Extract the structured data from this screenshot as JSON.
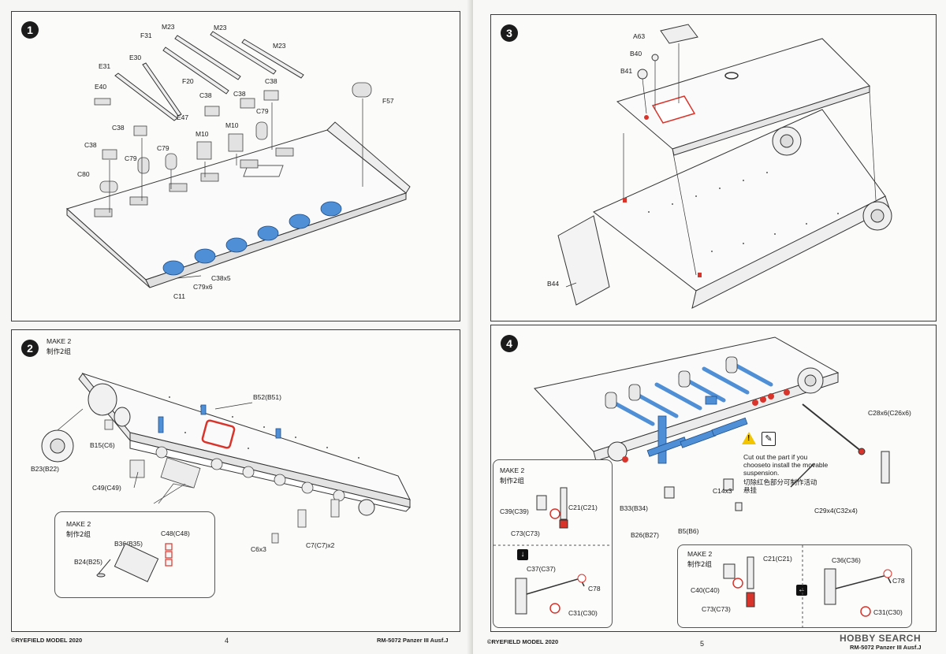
{
  "left_page": {
    "footer_brand": "©RYEFIELD MODEL 2020",
    "page_number": "4",
    "footer_product": "RM-5072 Panzer III Ausf.J"
  },
  "right_page": {
    "footer_brand": "©RYEFIELD MODEL 2020",
    "page_number": "5",
    "footer_product": "RM-5072 Panzer III Ausf.J"
  },
  "watermark": "HOBBY SEARCH",
  "steps": [
    {
      "number": "1",
      "labels": [
        "F31",
        "M23",
        "M23",
        "M23",
        "E30",
        "E31",
        "F20",
        "E40",
        "C38",
        "C38",
        "C38",
        "E47",
        "C38",
        "C38",
        "M10",
        "M10",
        "C79",
        "C79",
        "C79",
        "C80",
        "F57",
        "C38x5",
        "C79x6",
        "C11"
      ]
    },
    {
      "number": "2",
      "make_label": "MAKE 2",
      "make_label_cn": "制作2组",
      "labels": [
        "B52(B51)",
        "B15(C6)",
        "B23(B22)",
        "C49(C49)",
        "C6x3",
        "C7(C7)x2"
      ],
      "inset": {
        "make_label": "MAKE 2",
        "make_label_cn": "制作2组",
        "labels": [
          "B36(B35)",
          "C48(C48)",
          "B24(B25)"
        ]
      }
    },
    {
      "number": "3",
      "labels": [
        "A63",
        "B40",
        "B41",
        "B44"
      ]
    },
    {
      "number": "4",
      "labels": [
        "C28x6(C26x6)",
        "C14x3",
        "B33(B34)",
        "B26(B27)",
        "B5(B6)",
        "C29x4(C32x4)"
      ],
      "note": "Cut out the part if you chooseto install the movable suspension.",
      "note_cn": "切除红色部分可制作活动悬挂",
      "inset_a": {
        "make_label": "MAKE 2",
        "make_label_cn": "制作2组",
        "labels": [
          "C39(C39)",
          "C21(C21)",
          "C73(C73)",
          "C37(C37)",
          "C78",
          "C31(C30)"
        ]
      },
      "inset_b": {
        "make_label": "MAKE 2",
        "make_label_cn": "制作2组",
        "labels": [
          "C21(C21)",
          "C36(C36)",
          "C40(C40)",
          "C78",
          "C73(C73)",
          "C31(C30)"
        ]
      }
    }
  ],
  "colors": {
    "highlight_blue": "#4f8fd6",
    "cut_red": "#d9342b",
    "warning_yellow": "#f2c500"
  }
}
